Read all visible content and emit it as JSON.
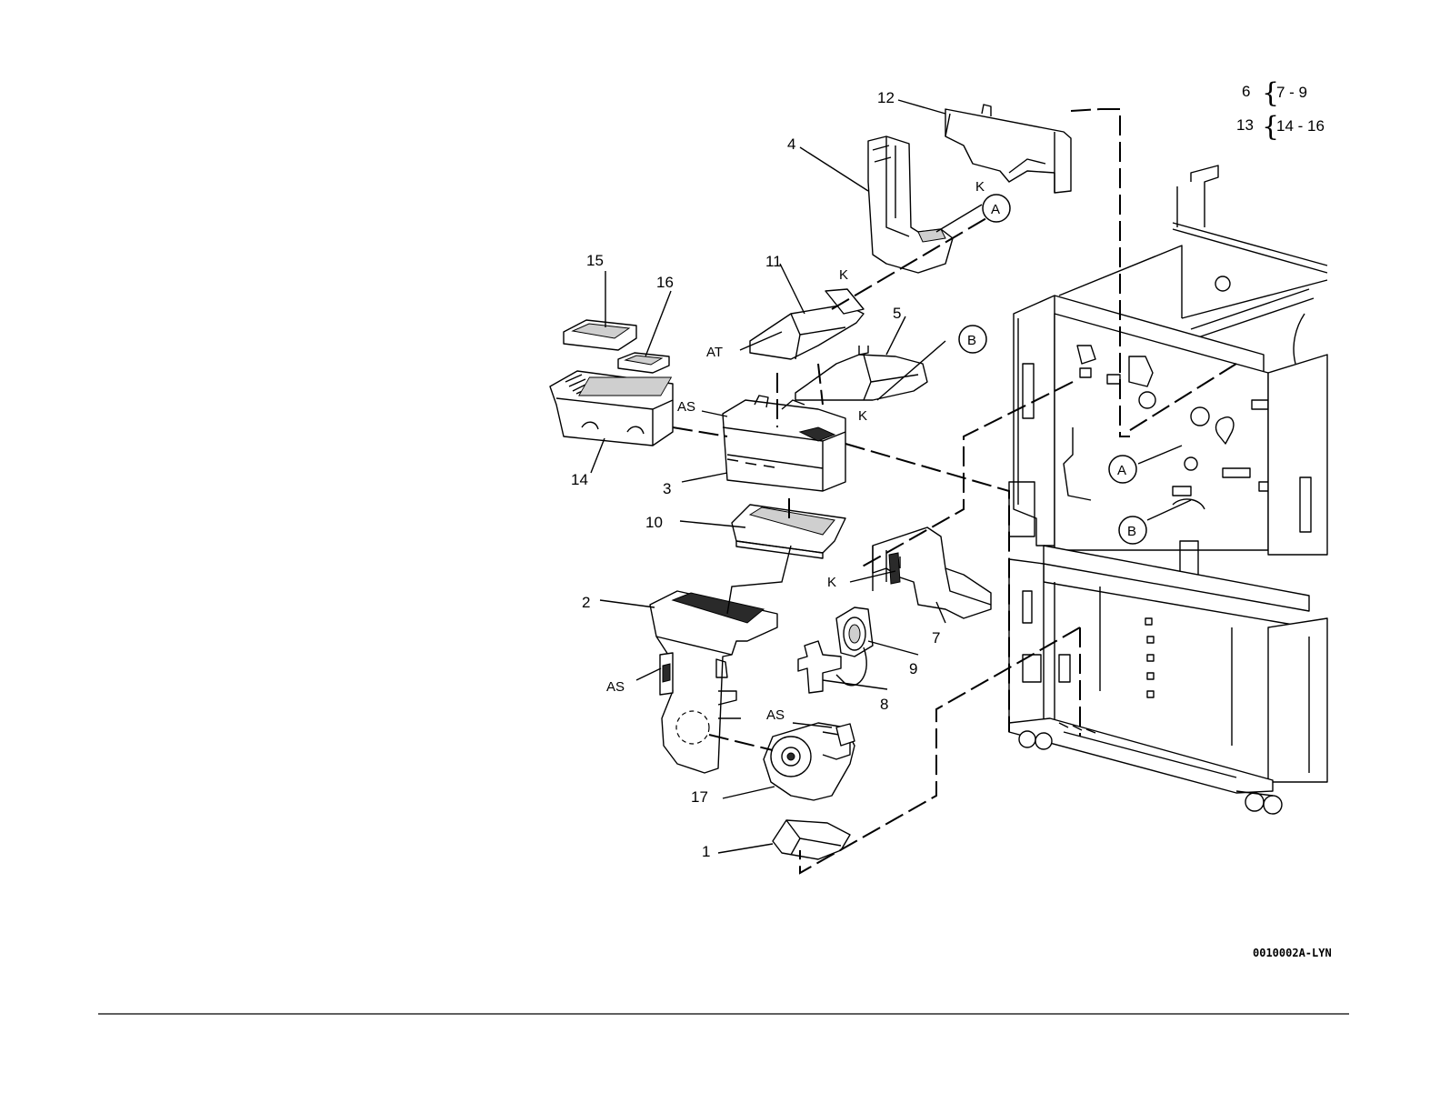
{
  "callouts": {
    "n1": "1",
    "n2": "2",
    "n3": "3",
    "n4": "4",
    "n5": "5",
    "n7": "7",
    "n8": "8",
    "n9": "9",
    "n10": "10",
    "n11": "11",
    "n12": "12",
    "n14": "14",
    "n15": "15",
    "n16": "16",
    "n17": "17"
  },
  "markers": {
    "k": "K",
    "as": "AS",
    "at": "AT",
    "a": "A",
    "b": "B"
  },
  "legend": {
    "row1": {
      "parent": "6",
      "brace": "{",
      "range": "7 - 9"
    },
    "row2": {
      "parent": "13",
      "brace": "{",
      "range": "14 - 16"
    }
  },
  "figure_code": "0010002A-LYN"
}
